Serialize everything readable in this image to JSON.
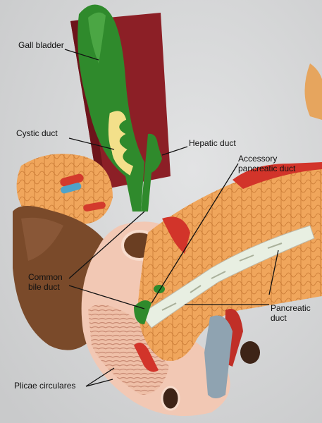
{
  "labels": {
    "gall_bladder": "Gall bladder",
    "cystic_duct": "Cystic duct",
    "hepatic_duct": "Hepatic duct",
    "accessory_pancreatic_duct_line1": "Accessory",
    "accessory_pancreatic_duct_line2": "pancreatic duct",
    "common_bile_duct_line1": "Common",
    "common_bile_duct_line2": "bile duct",
    "pancreatic_duct_line1": "Pancreatic",
    "pancreatic_duct_line2": "duct",
    "plicae_circulares": "Plicae circulares"
  },
  "colors": {
    "background": "#d7d8d9",
    "gall_bladder_green": "#2f8a2c",
    "liver_red": "#8c1f26",
    "pancreas_orange": "#f2a55a",
    "spleen_brown": "#7a4a2a",
    "duct_white": "#e8efe2",
    "label_text": "#111111"
  }
}
